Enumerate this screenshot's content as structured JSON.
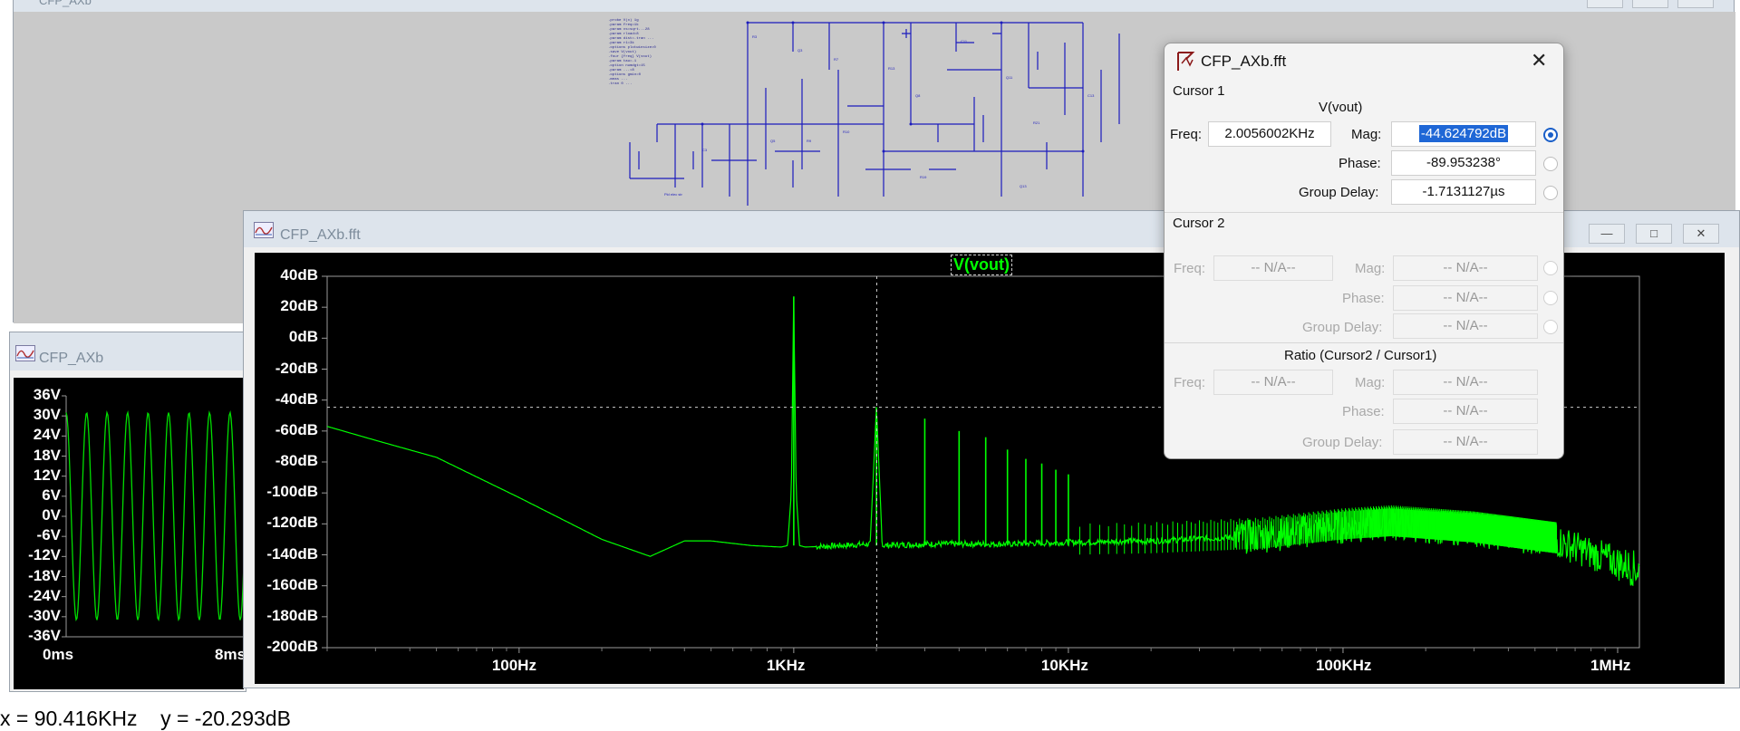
{
  "schematic_window": {
    "title": "CFP_AXb",
    "directives": [
      ".probe V(x) 1g",
      ".param freq=1k",
      ".param vs=sqrt...28",
      ".param rload=8",
      ".param dist=.tran ...",
      ".param r1=3k",
      ".options plotwinsize=0",
      ".save V(vout)",
      ".four {freq} V(vout)",
      ".param tau=.1",
      ".option numdgt=15",
      ".param ...=8",
      ".options gmin=0",
      ".meas ...",
      ".tran 0 ..."
    ],
    "labels": [
      "Pld elec str",
      "PULSE(-0.8 0.8 0.01u 10u 10n)"
    ]
  },
  "transient_window": {
    "title": "CFP_AXb",
    "y_ticks": [
      "36V",
      "30V",
      "24V",
      "18V",
      "12V",
      "6V",
      "0V",
      "-6V",
      "-12V",
      "-18V",
      "-24V",
      "-30V",
      "-36V"
    ],
    "x_ticks": [
      "0ms",
      "8ms"
    ],
    "trace_color": "#00dd00"
  },
  "fft_window": {
    "title": "CFP_AXb.fft",
    "trace_label": "V(vout)",
    "trace_color": "#00ff00",
    "background": "#000000",
    "y_ticks": [
      "40dB",
      "20dB",
      "0dB",
      "-20dB",
      "-40dB",
      "-60dB",
      "-80dB",
      "-100dB",
      "-120dB",
      "-140dB",
      "-160dB",
      "-180dB",
      "-200dB"
    ],
    "x_ticks": [
      "100Hz",
      "1KHz",
      "10KHz",
      "100KHz",
      "1MHz"
    ]
  },
  "chart_data": {
    "type": "line",
    "title": "V(vout)",
    "x_scale": "log",
    "xlim": [
      20,
      1200000
    ],
    "ylim": [
      -200,
      40
    ],
    "ylabel_unit": "dB",
    "xlabel_unit": "Hz",
    "grid": true,
    "series": [
      {
        "name": "V(vout)",
        "x": [
          20,
          30,
          50,
          100,
          200,
          300,
          400,
          500,
          700,
          900,
          950,
          980,
          1000,
          1020,
          1050,
          1100,
          1500,
          1900,
          2000,
          2100,
          3000,
          4000,
          6000,
          10000,
          20000,
          50000,
          100000,
          150000,
          300000,
          600000,
          1000000,
          1200000
        ],
        "y": [
          -57,
          -66,
          -77,
          -103,
          -130,
          -141,
          -131,
          -131,
          -134,
          -135,
          -134,
          -100,
          27,
          -100,
          -134,
          -135,
          -134,
          -133,
          -44.6,
          -134,
          -133,
          -133,
          -133,
          -132,
          -131,
          -128,
          -122,
          -120,
          -124,
          -131,
          -145,
          -150
        ]
      }
    ],
    "harmonic_peaks": [
      {
        "x": 1000,
        "y": 27
      },
      {
        "x": 2000,
        "y": -44.6
      },
      {
        "x": 3000,
        "y": -52
      },
      {
        "x": 4000,
        "y": -60
      },
      {
        "x": 5000,
        "y": -64
      },
      {
        "x": 6000,
        "y": -72
      },
      {
        "x": 7000,
        "y": -78
      },
      {
        "x": 8000,
        "y": -81
      },
      {
        "x": 9000,
        "y": -85
      },
      {
        "x": 10000,
        "y": -88
      }
    ],
    "cursor1": {
      "x": 2005.6002,
      "y": -44.624792
    }
  },
  "cursor_dialog": {
    "title": "CFP_AXb.fft",
    "cursor1": {
      "section": "Cursor 1",
      "trace": "V(vout)",
      "freq_label": "Freq:",
      "freq": "2.0056002KHz",
      "mag_label": "Mag:",
      "mag": "-44.624792dB",
      "phase_label": "Phase:",
      "phase": "-89.953238°",
      "gd_label": "Group Delay:",
      "gd": "-1.7131127µs"
    },
    "cursor2": {
      "section": "Cursor 2",
      "freq_label": "Freq:",
      "freq": "-- N/A--",
      "mag_label": "Mag:",
      "mag": "-- N/A--",
      "phase_label": "Phase:",
      "phase": "-- N/A--",
      "gd_label": "Group Delay:",
      "gd": "-- N/A--"
    },
    "ratio": {
      "section": "Ratio (Cursor2 / Cursor1)",
      "freq_label": "Freq:",
      "freq": "-- N/A--",
      "mag_label": "Mag:",
      "mag": "-- N/A--",
      "phase_label": "Phase:",
      "phase": "-- N/A--",
      "gd_label": "Group Delay:",
      "gd": "-- N/A--"
    }
  },
  "status_bar": {
    "text": "x = 90.416KHz    y = -20.293dB"
  }
}
